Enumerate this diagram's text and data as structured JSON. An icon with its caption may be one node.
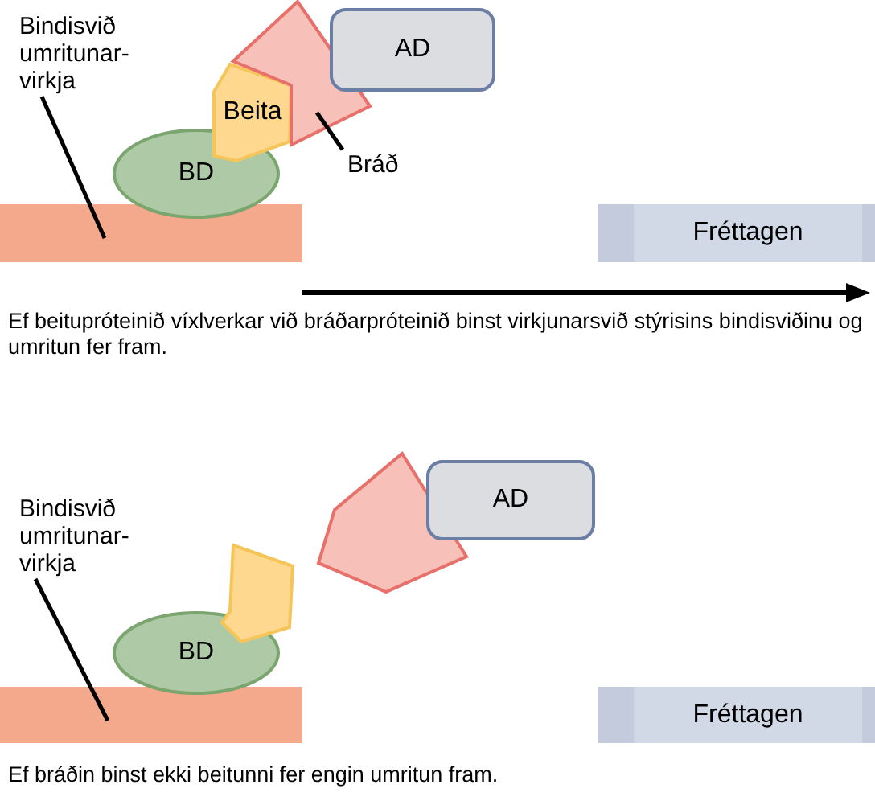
{
  "diagram": {
    "nodes": [
      {
        "text": [
          "Bindisvið umritunar-virkja"
        ]
      },
      {
        "text": [],
        "shape": "bar"
      },
      {
        "text": [
          "BD"
        ]
      },
      {
        "text": [
          "Beita"
        ]
      },
      {
        "text": [],
        "shape": "pentagon"
      },
      {
        "text": [
          "AD"
        ]
      },
      {
        "text": [
          "Bráð"
        ]
      },
      {
        "text": [
          "Fréttagen"
        ]
      },
      {
        "text": [
          "Bindisvið umritunar-virkja"
        ]
      },
      {
        "text": [],
        "shape": "bar"
      },
      {
        "text": [
          "BD"
        ]
      },
      {
        "text": [],
        "shape": "pentagon"
      },
      {
        "text": [],
        "shape": "pentagon"
      },
      {
        "text": [
          "AD"
        ]
      },
      {
        "text": [
          "Fréttagen"
        ]
      }
    ],
    "edges": [
      {
        "from": 0,
        "to": 1,
        "arrow": "none"
      },
      {
        "from": 6,
        "to": 4,
        "arrow": "none"
      },
      {
        "from": 8,
        "to": 9,
        "arrow": "none"
      }
    ],
    "labels": [
      "Ef beitupróteinið víxlverkar við bráðarpróteinið binst virkjunarsvið stýrisins bindisviðinu og umritun fer fram.",
      "Ef bráðin binst ekki beitunni fer engin umritun fram."
    ]
  }
}
